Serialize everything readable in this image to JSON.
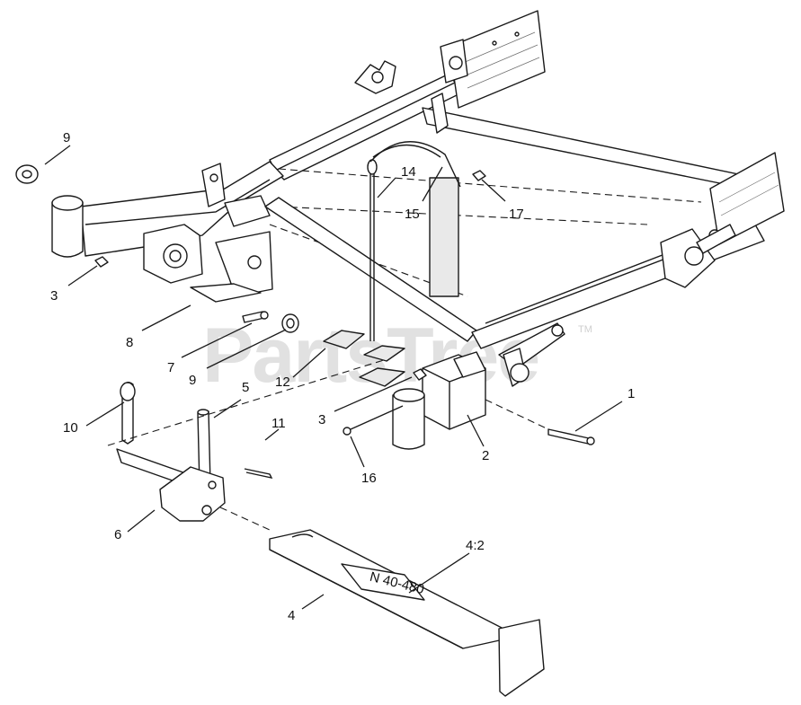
{
  "watermark": {
    "text": "PartsTree",
    "trademark": "TM"
  },
  "decal_text": "N 40-480",
  "callouts": [
    {
      "id": "c9a",
      "label": "9"
    },
    {
      "id": "c14",
      "label": "14"
    },
    {
      "id": "c15",
      "label": "15"
    },
    {
      "id": "c17",
      "label": "17"
    },
    {
      "id": "c3a",
      "label": "3"
    },
    {
      "id": "c8",
      "label": "8"
    },
    {
      "id": "c7",
      "label": "7"
    },
    {
      "id": "c9b",
      "label": "9"
    },
    {
      "id": "c12",
      "label": "12"
    },
    {
      "id": "c1",
      "label": "1"
    },
    {
      "id": "c5",
      "label": "5"
    },
    {
      "id": "c10",
      "label": "10"
    },
    {
      "id": "c11",
      "label": "11"
    },
    {
      "id": "c3b",
      "label": "3"
    },
    {
      "id": "c2",
      "label": "2"
    },
    {
      "id": "c16",
      "label": "16"
    },
    {
      "id": "c6",
      "label": "6"
    },
    {
      "id": "c4_2",
      "label": "4:2"
    },
    {
      "id": "c4",
      "label": "4"
    }
  ]
}
